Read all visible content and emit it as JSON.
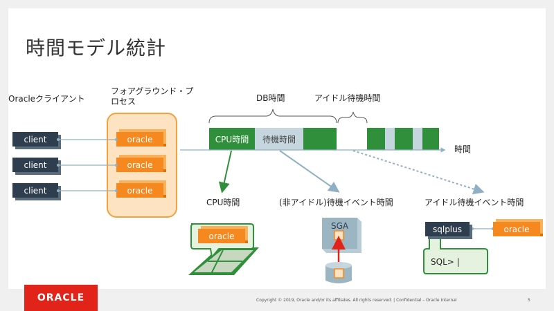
{
  "title": "時間モデル統計",
  "labels": {
    "oracle_client": "Oracleクライアント",
    "foreground_process": "フォアグラウンド・プロセス",
    "db_time": "DB時間",
    "idle_wait_time": "アイドル待機時間",
    "time_axis": "時間",
    "cpu_time_label": "CPU時間",
    "nonidle_wait_event_time": "(非アイドル)待機イベント時間",
    "idle_wait_event_time": "アイドル待機イベント時間"
  },
  "timeline": {
    "cpu_time": "CPU時間",
    "wait_time": "待機時間"
  },
  "clients": [
    "client",
    "client",
    "client"
  ],
  "processes": [
    "oracle",
    "oracle",
    "oracle"
  ],
  "cpu_chip_label": "oracle",
  "sga_label": "SGA",
  "sqlplus": {
    "tool": "sqlplus",
    "server": "oracle",
    "prompt": "SQL> |"
  },
  "footer": {
    "logo": "ORACLE",
    "copyright": "Copyright © 2019, Oracle and/or its affiliates. All rights reserved.  |  Confidential – Oracle Internal",
    "page": "5"
  },
  "colors": {
    "green": "#2f8f3a",
    "light_blue": "#c5d6de",
    "orange": "#f5891f",
    "navy": "#2f3e4e",
    "oracle_red": "#e2231a"
  }
}
